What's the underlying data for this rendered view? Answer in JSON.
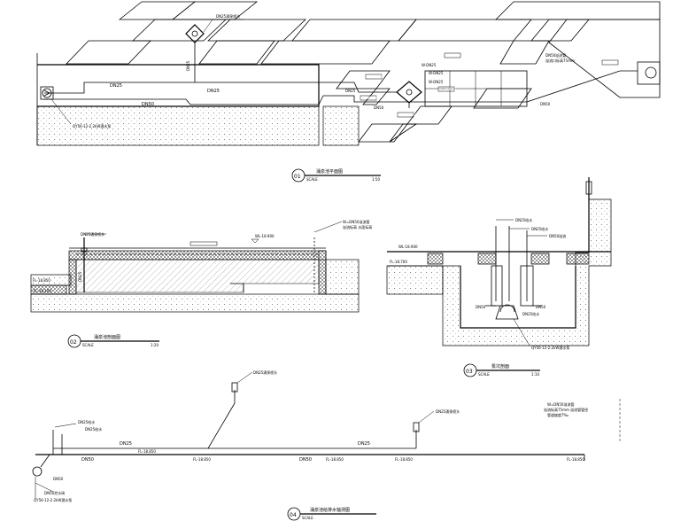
{
  "views": {
    "v01": {
      "number": "01",
      "title": "涌泉池平面图",
      "scale_label": "SCALE",
      "scale": "1:50"
    },
    "v02": {
      "number": "02",
      "title": "涌泉池剖面图",
      "scale_label": "SCALE",
      "scale": "1:20"
    },
    "v03": {
      "number": "03",
      "title": "泵坑剖面",
      "scale_label": "SCALE",
      "scale": "1:10"
    },
    "v04": {
      "number": "04",
      "title": "涌泉池给排水轴测图",
      "scale_label": "SCALE",
      "scale": ""
    }
  },
  "plan_labels": {
    "dn25_top": "DN25涌泉喷头",
    "dn25_a": "DN25",
    "dn25_b": "DN25",
    "dn25_c": "DN25",
    "dn50_a": "DN50",
    "dn50_b": "DN50",
    "dn50_c": "DN50",
    "dn25_vert": "DN25",
    "pump": "QY56-12-2.2kW潜水泵",
    "overflow": "DN50溢流管",
    "overflow_note": "溢流口标高75mm",
    "el_1": "FL-18.850",
    "el_2": "FL-18.650",
    "el_3": "FL-18.850",
    "el_4": "FL-18.650",
    "note_a": "W-DN25",
    "note_b": "W-DN25",
    "note_c": "W-DN25"
  },
  "section_labels": {
    "nozzle": "DN25涌泉喷头",
    "overflow": "W=DN50溢流管",
    "overflow_note": "溢流标高 水面标高",
    "water_level": "WL-18.900",
    "el_left": "FL-18.850",
    "el_bottom": "FL-18.100",
    "dn25": "DN25"
  },
  "pit_labels": {
    "pipe1": "DN25给水",
    "pipe2": "DN25给水",
    "pipe3": "DN50溢流",
    "el_left": "FL-18.700",
    "el_water": "WL-18.900",
    "dn50_left": "DN50",
    "dn50_right": "DN50",
    "pump": "QY56-12-2.2kW潜水泵",
    "pump_note": "DN25给水"
  },
  "iso_labels": {
    "dn25_top": "DN25涌泉喷头",
    "dn25_mid": "DN25涌泉喷头",
    "dn25_left1": "DN25给水",
    "dn25_left2": "DN25给水",
    "dn25_run": "DN25",
    "dn25_run2": "DN25",
    "dn50_run1": "DN50",
    "dn50_run2": "DN50",
    "dn50_left": "DN50",
    "dn50_valve": "DN50泄水阀",
    "pump": "QY56-12-2.2kW潜水泵",
    "overflow": "W=DN50溢流管",
    "overflow_note": "溢流标高75mm 溢流管管径",
    "overflow_note2": "管道坡度7‰",
    "el_1": "FL-18.850",
    "el_2": "FL-18.850",
    "el_3": "FL-18.850",
    "el_4": "FL-18.850",
    "el_5": "FL-18.850"
  }
}
